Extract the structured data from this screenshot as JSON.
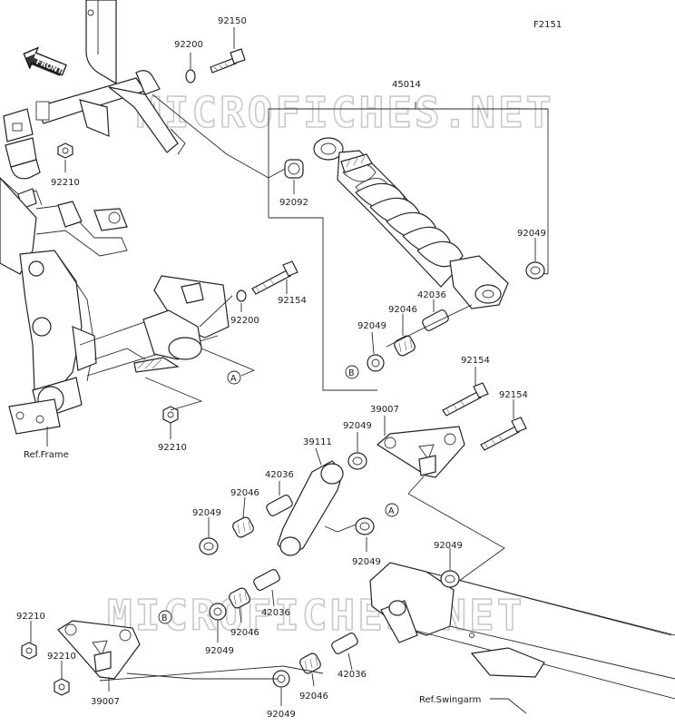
{
  "figure_code": "F2151",
  "front_label": "FRONT",
  "watermark": "MICROFICHES.NET",
  "ref_frame": "Ref.Frame",
  "ref_swingarm": "Ref.Swingarm",
  "callouts": {
    "a": "A",
    "b": "B"
  },
  "parts": {
    "p92150": "92150",
    "p92200_top": "92200",
    "p45014": "45014",
    "p92210_top": "92210",
    "p92092": "92092",
    "p92049_shock": "92049",
    "p42036_shock": "42036",
    "p92046_shock": "92046",
    "p92049_shock_b": "92049",
    "p92154_mid": "92154",
    "p92200_mid": "92200",
    "p92210_mid": "92210",
    "p92154_r1": "92154",
    "p92154_r2": "92154",
    "p39007_top": "39007",
    "p92049_39007": "92049",
    "p39111": "39111",
    "p42036_rod": "42036",
    "p92046_rod": "92046",
    "p92049_rod_l": "92049",
    "p92049_rod_a": "92049",
    "p92049_swing": "92049",
    "p42036_low": "42036",
    "p92046_low": "92046",
    "p92049_low": "92049",
    "p92210_low1": "92210",
    "p92210_low2": "92210",
    "p39007_low": "39007",
    "p42036_bot": "42036",
    "p92046_bot": "92046",
    "p92049_bot": "92049"
  }
}
